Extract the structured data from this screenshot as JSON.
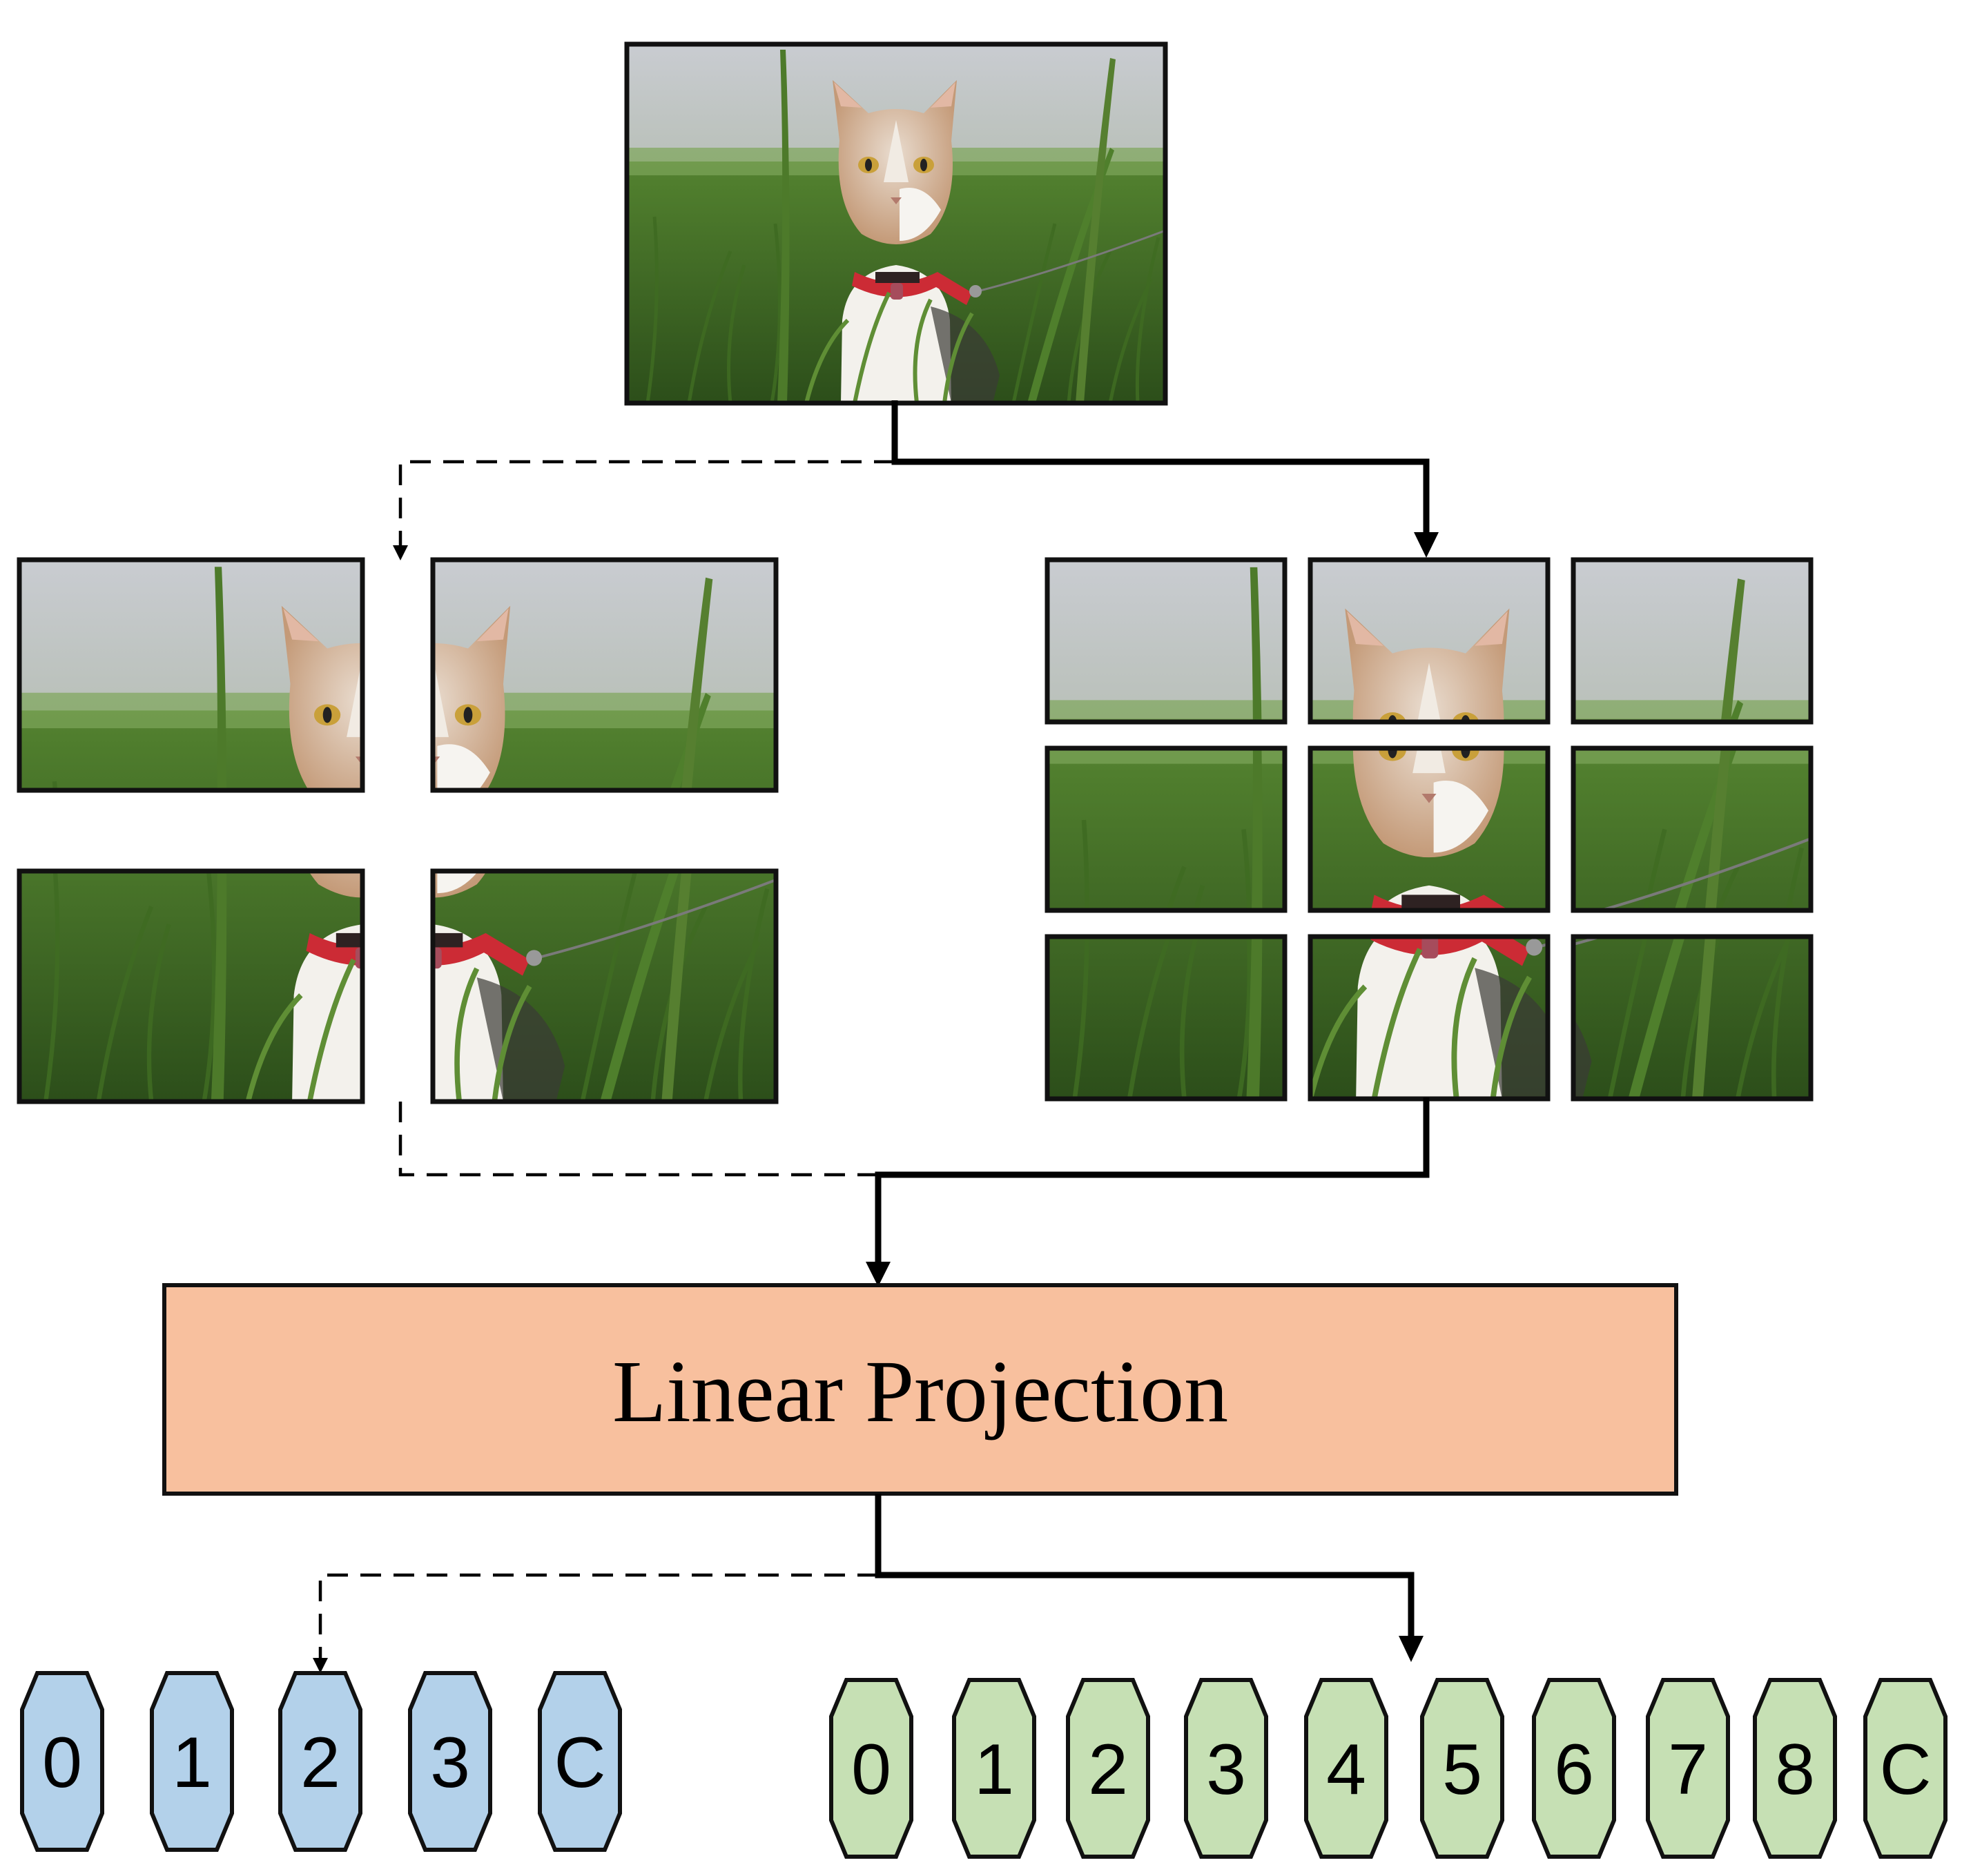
{
  "projection": {
    "label": "Linear Projection",
    "fill": "#f8c09e"
  },
  "tokens_blue": {
    "fill": "#b3d1ea",
    "labels": [
      "0",
      "1",
      "2",
      "3",
      "C"
    ]
  },
  "tokens_green": {
    "fill": "#c6e0b4",
    "labels": [
      "0",
      "1",
      "2",
      "3",
      "4",
      "5",
      "6",
      "7",
      "8",
      "C"
    ]
  },
  "image": {
    "subject": "kitten wearing red harness in green grass",
    "split_2x2_patches": 4,
    "split_3x3_patches": 9
  },
  "icons": [
    "solid-arrow",
    "dashed-arrow"
  ]
}
